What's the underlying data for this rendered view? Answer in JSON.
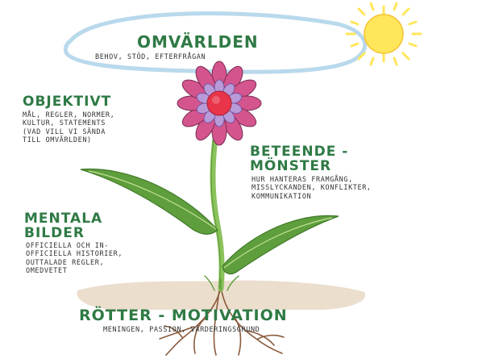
{
  "omvarlden": {
    "title": "OMVÄRLDEN",
    "subtitle": "BEHOV, STÖD, EFTERFRÅGAN"
  },
  "objektivt": {
    "title": "OBJEKTIVT",
    "lines": [
      "MÅL, REGLER, NORMER,",
      "KULTUR, STATEMENTS",
      "(VAD VILL VI SÄNDA",
      "TILL OMVÄRLDEN)"
    ]
  },
  "beteende": {
    "title_line1": "BETEENDE -",
    "title_line2": "MÖNSTER",
    "lines": [
      "HUR HANTERAS FRAMGÅNG,",
      "MISSLYCKANDEN, KONFLIKTER,",
      "KOMMUNIKATION"
    ]
  },
  "mentala": {
    "title_line1": "MENTALA",
    "title_line2": "BILDER",
    "lines": [
      "OFFICIELLA OCH IN-",
      "OFFICIELLA HISTORIER,",
      "OUTTALADE REGLER,",
      "OMEDVETET"
    ]
  },
  "rotter": {
    "title": "RÖTTER - MOTIVATION",
    "subtitle": "MENINGEN, PASSION, VÄRDERINGSGRUND"
  },
  "colors": {
    "heading": "#2f7a45",
    "text": "#333333",
    "sun": "#ffe65a",
    "sky_arc": "#b9d9ec",
    "petal_outer": "#d4558e",
    "petal_inner": "#b89ad8",
    "flower_center": "#e8354a",
    "stem": "#8bc25c",
    "leaf": "#5f9e3c",
    "soil": "#e8d8c4",
    "roots": "#8a5a3c"
  }
}
